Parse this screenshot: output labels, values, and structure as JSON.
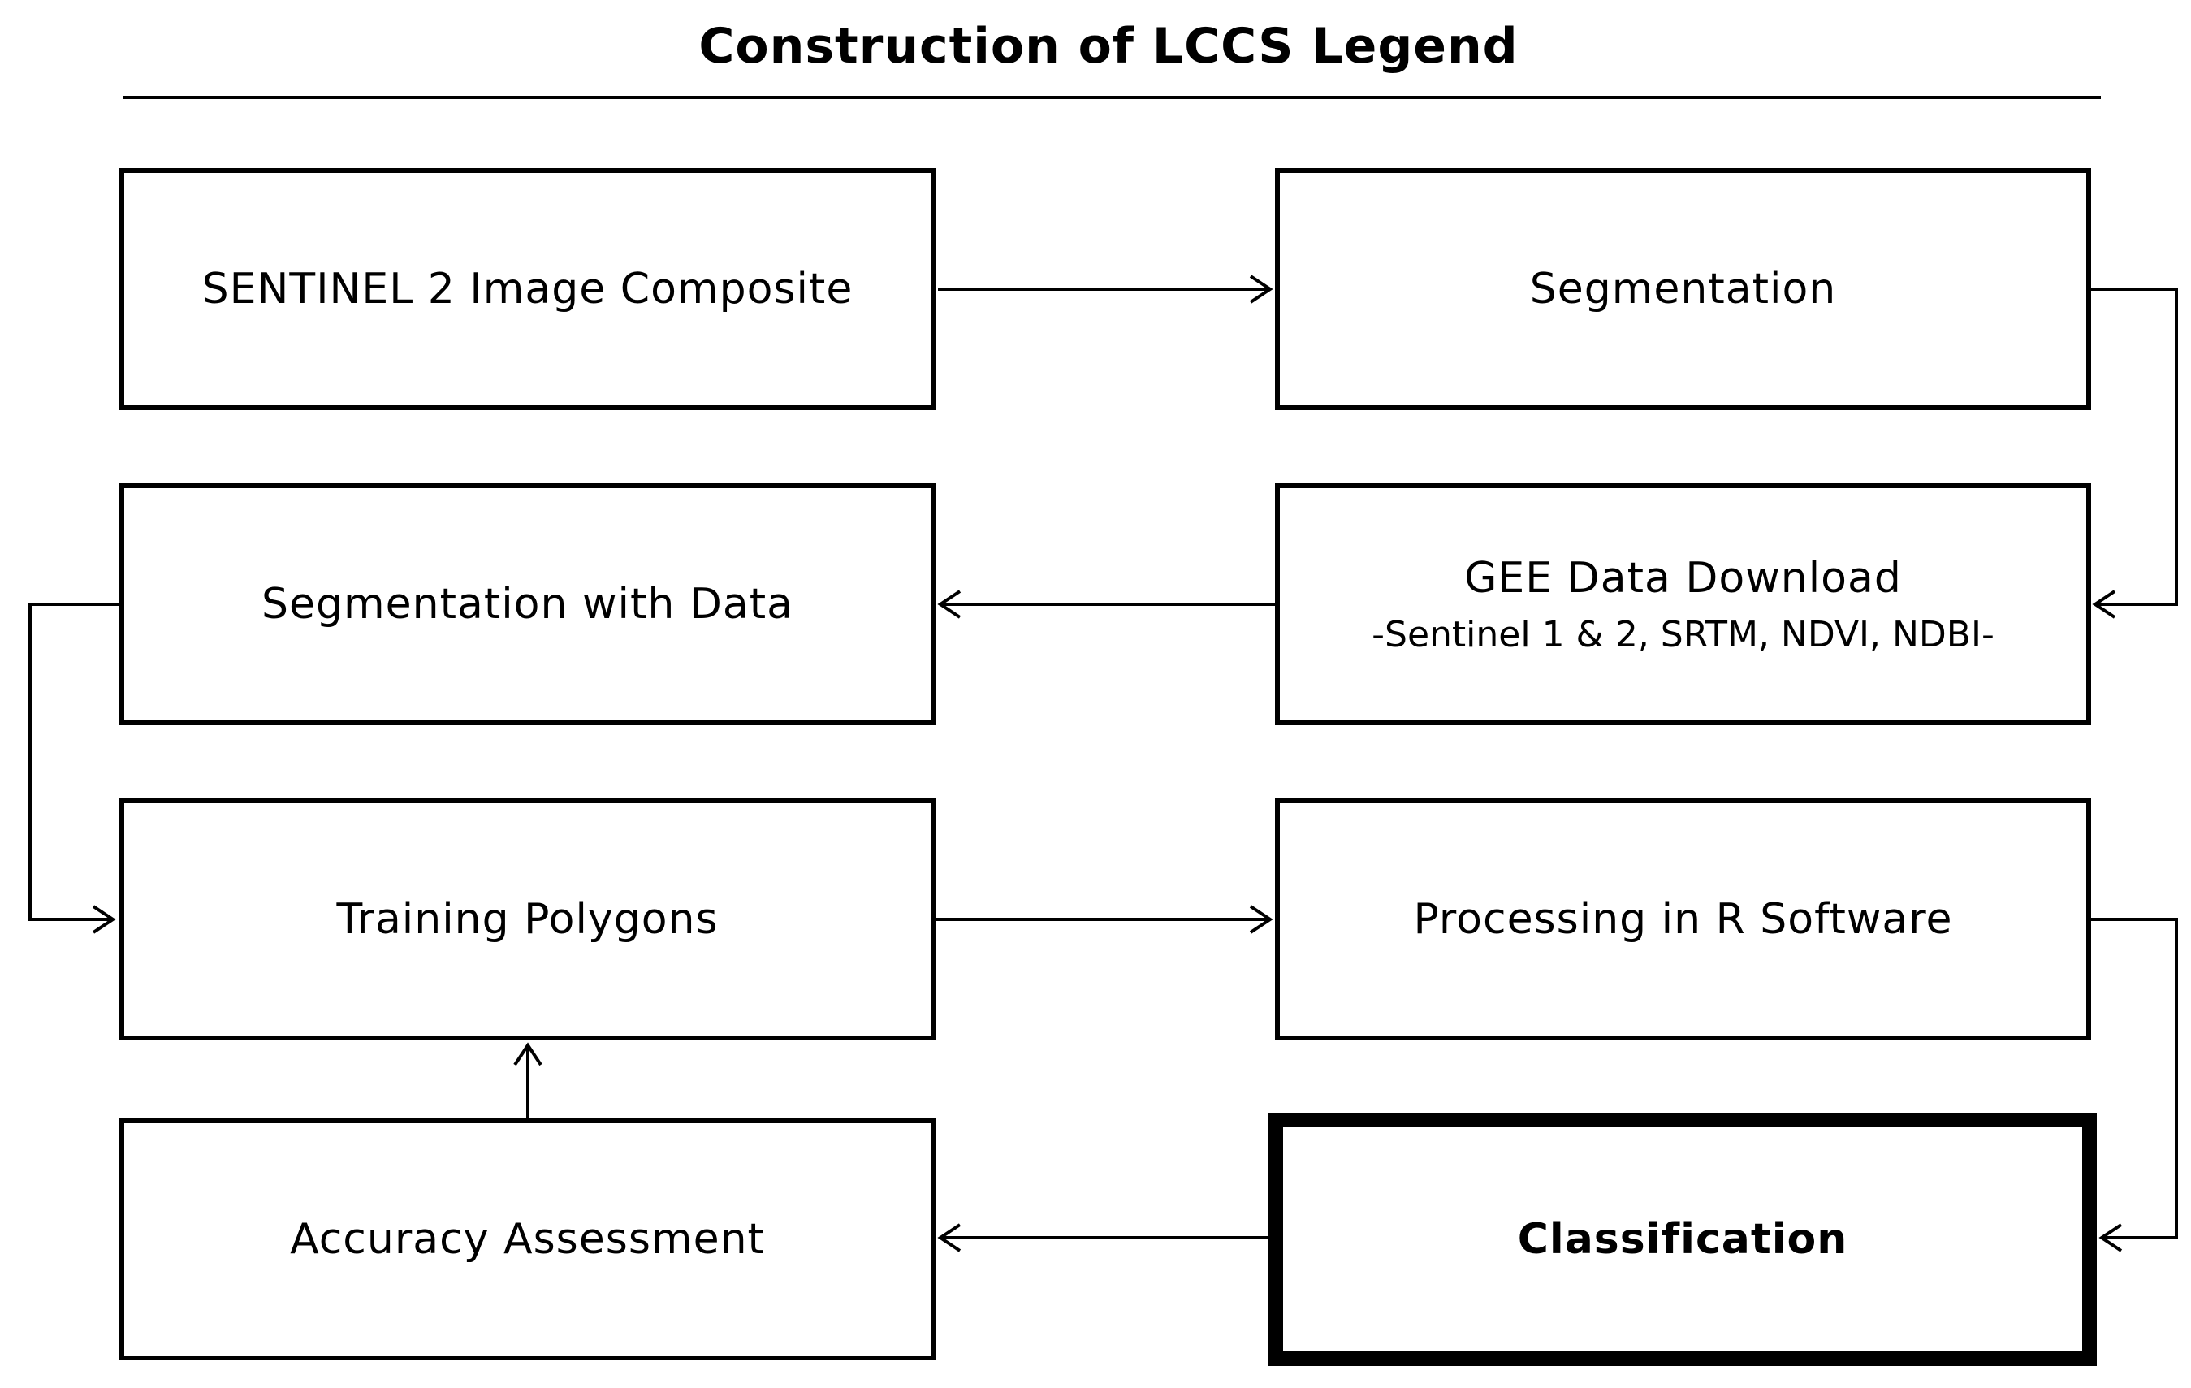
{
  "title": "Construction of LCCS Legend",
  "nodes": {
    "sentinel_composite": {
      "label": "SENTINEL 2 Image Composite"
    },
    "segmentation": {
      "label": "Segmentation"
    },
    "segmentation_with_data": {
      "label": "Segmentation with Data"
    },
    "gee_download": {
      "label": "GEE Data Download",
      "sublabel": "-Sentinel 1 & 2, SRTM, NDVI, NDBI-"
    },
    "training_polygons": {
      "label": "Training Polygons"
    },
    "processing_r": {
      "label": "Processing in R Software"
    },
    "accuracy_assessment": {
      "label": "Accuracy Assessment"
    },
    "classification": {
      "label": "Classification"
    }
  },
  "edges": [
    {
      "from": "sentinel_composite",
      "to": "segmentation"
    },
    {
      "from": "segmentation",
      "to": "gee_download"
    },
    {
      "from": "gee_download",
      "to": "segmentation_with_data"
    },
    {
      "from": "segmentation_with_data",
      "to": "training_polygons"
    },
    {
      "from": "training_polygons",
      "to": "processing_r"
    },
    {
      "from": "processing_r",
      "to": "classification"
    },
    {
      "from": "classification",
      "to": "accuracy_assessment"
    },
    {
      "from": "accuracy_assessment",
      "to": "training_polygons"
    }
  ]
}
